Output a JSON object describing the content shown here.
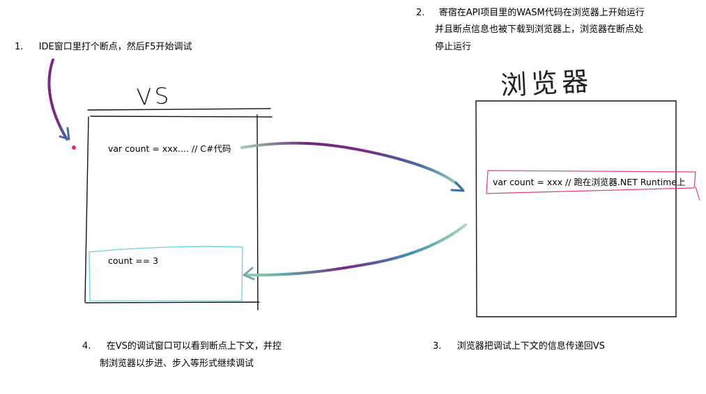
{
  "steps": [
    {
      "num": "1.",
      "lines": [
        "IDE窗口里打个断点，然后F5开始调试"
      ]
    },
    {
      "num": "2.",
      "lines": [
        "寄宿在API项目里的WASM代码在浏览器上开始运行",
        "并且断点信息也被下载到浏览器上，浏览器在断点处",
        "停止运行"
      ]
    },
    {
      "num": "3.",
      "lines": [
        "浏览器把调试上下文的信息传递回VS"
      ]
    },
    {
      "num": "4.",
      "lines": [
        "在VS的调试窗口可以看到断点上下文，并控",
        "制浏览器以步进、步入等形式继续调试"
      ]
    }
  ],
  "vs": {
    "title": "VS",
    "code": "var count = xxx.... // C#代码",
    "debug_value": "count == 3"
  },
  "browser": {
    "title": "浏览器",
    "code": "var count = xxx // 跑在浏览器.NET Runtime上"
  },
  "colors": {
    "purple": "#7b2a82",
    "teal": "#3d8fb0",
    "mint": "#9ad6b0",
    "highlight_pink": "#e0407a",
    "highlight_cyan": "#6fd0e0",
    "breakpoint": "#e0306a"
  }
}
